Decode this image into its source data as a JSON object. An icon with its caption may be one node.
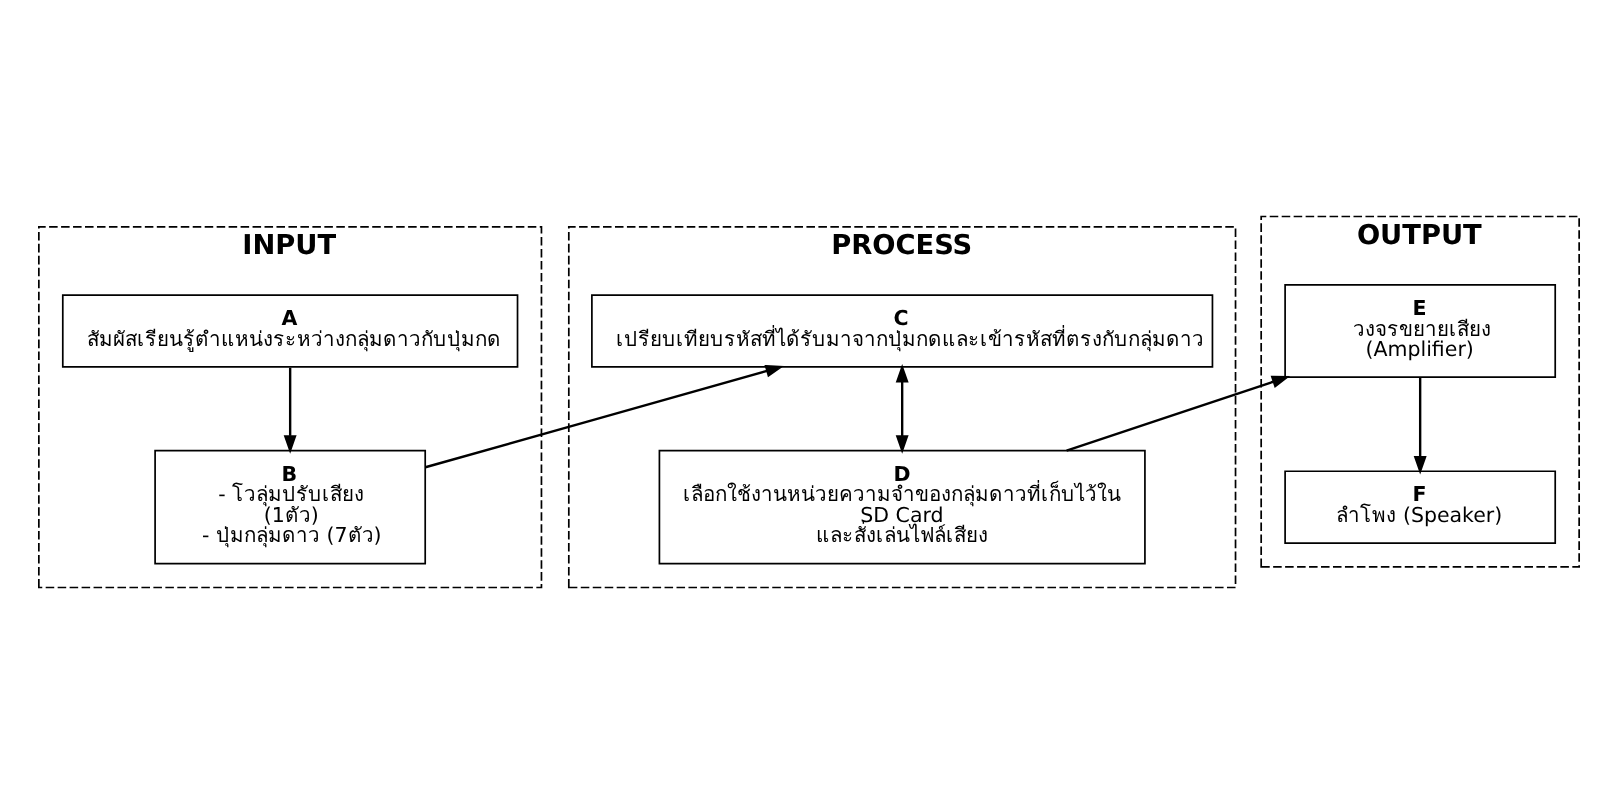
{
  "diagram": {
    "nodes": [
      {
        "text": [
          "INPUT"
        ]
      },
      {
        "text": [
          "A",
          "สัมผัสเรียนรู้ตำแหน่งระหว่างกลุ่มดาวกับปุ่มกด"
        ],
        "in": 0
      },
      {
        "text": [
          "B",
          "- โวลุ่มปรับเสียง (1ตัว)",
          "- ปุ่มกลุ่มดาว (7ตัว)"
        ],
        "in": 0
      },
      {
        "text": [
          "PROCESS"
        ]
      },
      {
        "text": [
          "C",
          "เปรียบเทียบรหัสที่ได้รับมาจากปุ่มกดและเข้ารหัสที่ตรงกับกลุ่มดาว"
        ],
        "in": 3
      },
      {
        "text": [
          "D",
          "เลือกใช้งานหน่วยความจำของกลุ่มดาวที่เก็บไว้ใน SD Card และสั่งเล่นไฟล์เสียง"
        ],
        "in": 3
      },
      {
        "text": [
          "OUTPUT"
        ]
      },
      {
        "text": [
          "E",
          "วงจรขยายเสียง (Amplifier)"
        ],
        "in": 6
      },
      {
        "text": [
          "F",
          "ลำโพง (Speaker)"
        ],
        "in": 6
      }
    ],
    "edges": [
      {
        "from": 1,
        "to": 2,
        "arrow": "to"
      },
      {
        "from": 2,
        "to": 4,
        "arrow": "to"
      },
      {
        "from": 4,
        "to": 5,
        "arrow": "both"
      },
      {
        "from": 5,
        "to": 7,
        "arrow": "to"
      },
      {
        "from": 7,
        "to": 8,
        "arrow": "to"
      }
    ]
  }
}
